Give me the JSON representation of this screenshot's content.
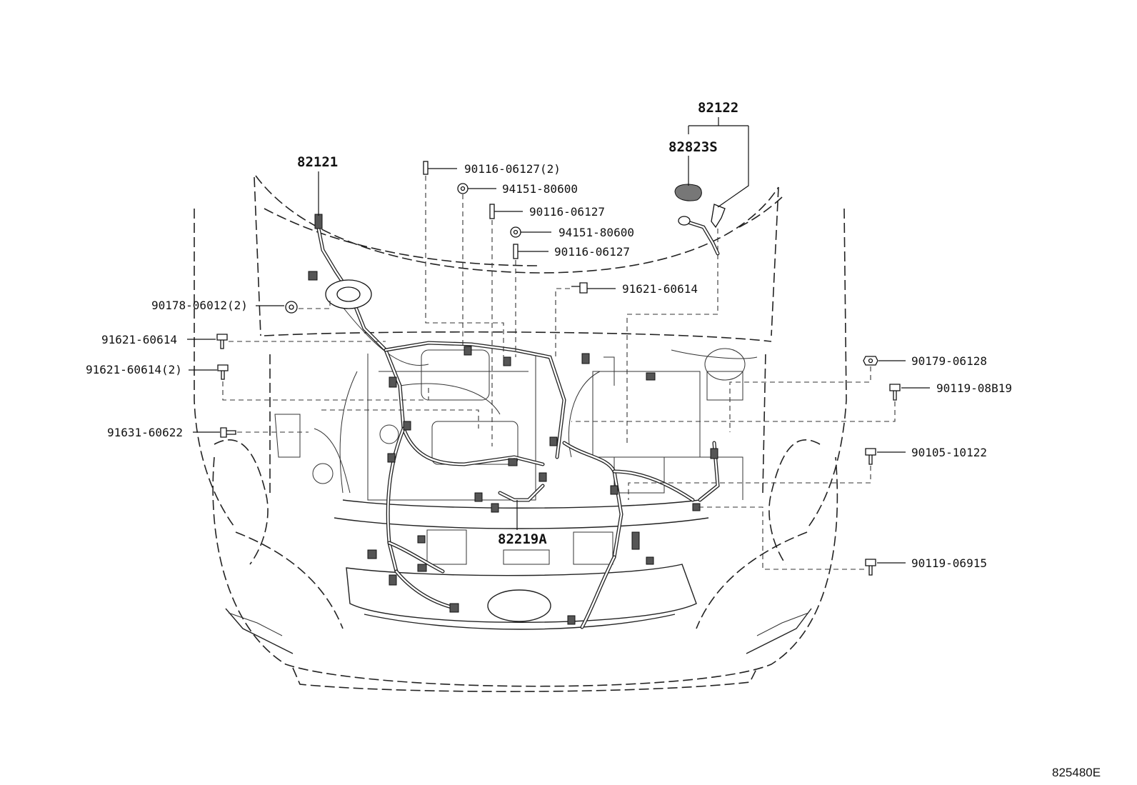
{
  "figure_id": "825480E",
  "assemblies": [
    {
      "key": "a_82121",
      "text": "82121"
    },
    {
      "key": "a_82122",
      "text": "82122"
    },
    {
      "key": "a_82823S",
      "text": "82823S"
    },
    {
      "key": "a_82219A",
      "text": "82219A"
    }
  ],
  "fasteners": [
    {
      "key": "f1",
      "text": "90116-06127(2)",
      "icon": "stud-icon"
    },
    {
      "key": "f2",
      "text": "94151-80600",
      "icon": "nut-icon"
    },
    {
      "key": "f3",
      "text": "90116-06127",
      "icon": "stud-icon"
    },
    {
      "key": "f4",
      "text": "94151-80600",
      "icon": "nut-icon"
    },
    {
      "key": "f5",
      "text": "90116-06127",
      "icon": "stud-icon"
    },
    {
      "key": "f6",
      "text": "91621-60614",
      "icon": "bolt-icon"
    },
    {
      "key": "f7",
      "text": "90178-06012(2)",
      "icon": "nut-icon"
    },
    {
      "key": "f8",
      "text": "91621-60614",
      "icon": "bolt-icon"
    },
    {
      "key": "f9",
      "text": "91621-60614(2)",
      "icon": "bolt-icon"
    },
    {
      "key": "f10",
      "text": "90179-06128",
      "icon": "nut-icon"
    },
    {
      "key": "f11",
      "text": "90119-08B19",
      "icon": "bolt-icon"
    },
    {
      "key": "f12",
      "text": "91631-60622",
      "icon": "bolt-icon"
    },
    {
      "key": "f13",
      "text": "90105-10122",
      "icon": "bolt-icon"
    },
    {
      "key": "f14",
      "text": "90119-06915",
      "icon": "bolt-icon"
    }
  ]
}
